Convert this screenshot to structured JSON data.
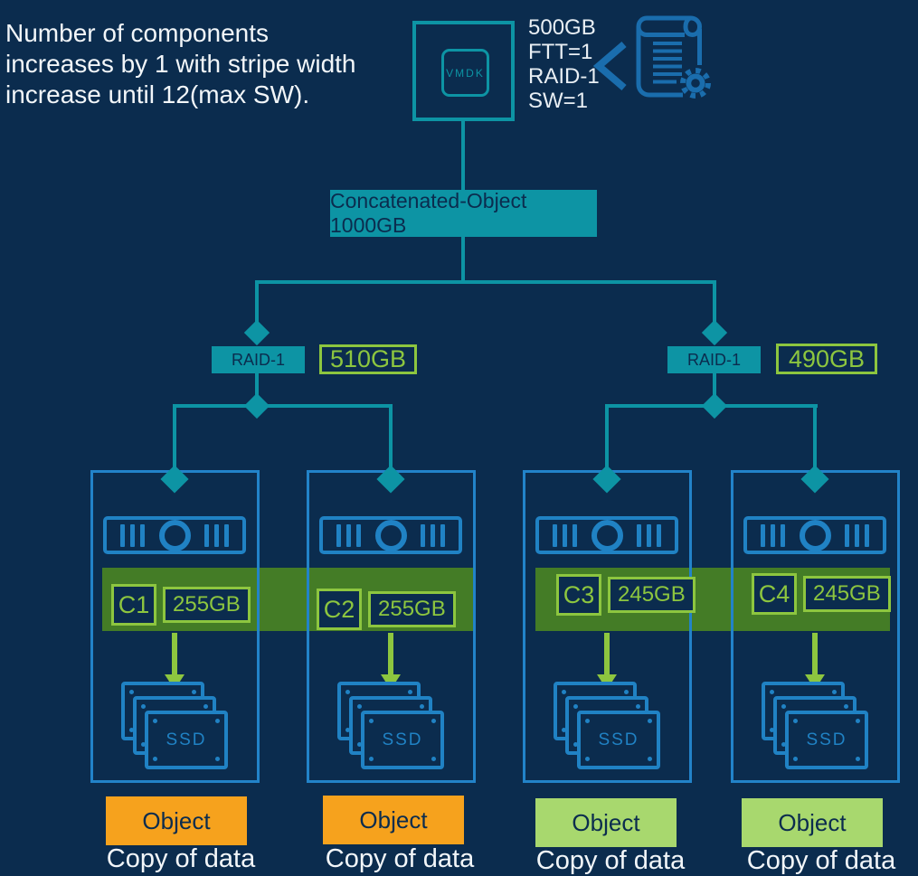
{
  "note": {
    "lines": [
      "Number of components",
      "increases by 1 with stripe width",
      "increase until 12(max SW)."
    ]
  },
  "vmdk": {
    "label": "VMDK"
  },
  "policy": {
    "size": "500GB",
    "ftt": "FTT=1",
    "raid": "RAID-1",
    "sw": "SW=1"
  },
  "concatenated_object": {
    "label": "Concatenated-Object 1000GB"
  },
  "raid_groups": [
    {
      "label": "RAID-1",
      "size": "510GB"
    },
    {
      "label": "RAID-1",
      "size": "490GB"
    }
  ],
  "hosts": [
    {
      "component": "C1",
      "size": "255GB",
      "disk": "SSD",
      "object": "Object",
      "caption": "Copy of data"
    },
    {
      "component": "C2",
      "size": "255GB",
      "disk": "SSD",
      "object": "Object",
      "caption": "Copy of data"
    },
    {
      "component": "C3",
      "size": "245GB",
      "disk": "SSD",
      "object": "Object",
      "caption": "Copy of data"
    },
    {
      "component": "C4",
      "size": "245GB",
      "disk": "SSD",
      "object": "Object",
      "caption": "Copy of data"
    }
  ],
  "colors": {
    "background": "#0b2c4e",
    "teal": "#0d94a4",
    "blue": "#2082c4",
    "icon_blue": "#1a6dad",
    "bright_green": "#8dc63f",
    "band_green": "#447c26",
    "object_orange": "#f6a21d",
    "object_light_green": "#a8d86e",
    "text_white": "#f2f6f9",
    "text_navy": "#0b2c4e"
  }
}
